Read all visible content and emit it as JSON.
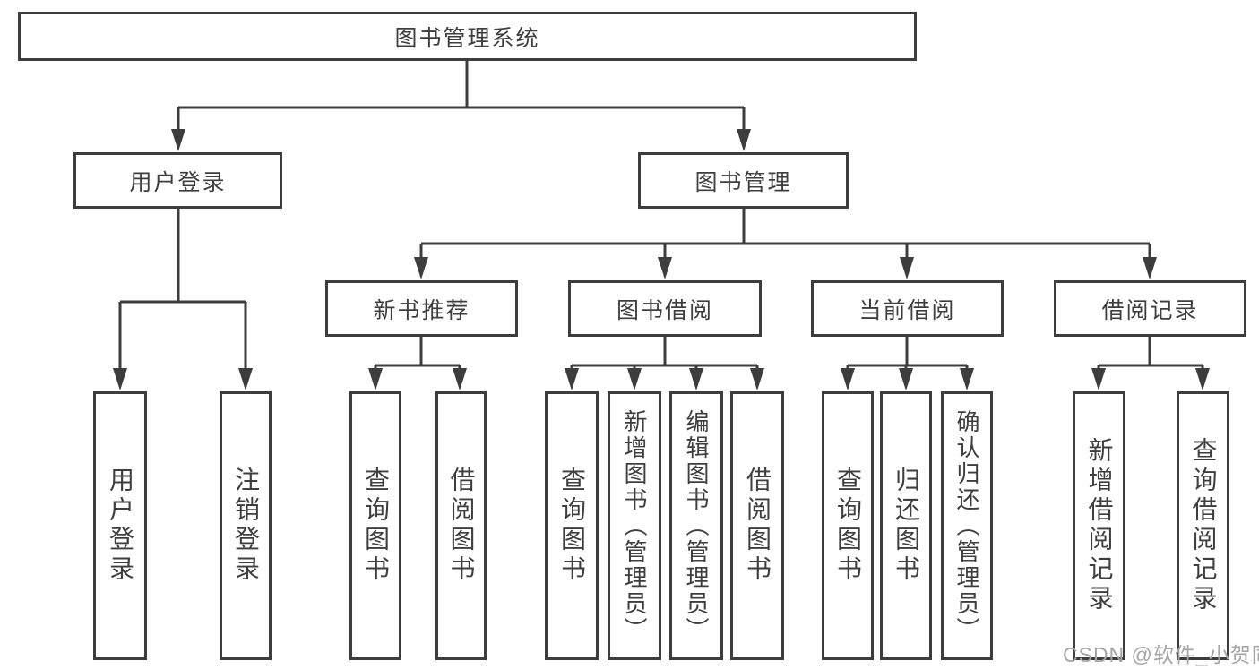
{
  "diagram": {
    "root": {
      "label": "图书管理系统"
    },
    "branches": [
      {
        "label": "用户登录"
      },
      {
        "label": "图书管理"
      }
    ],
    "modules": [
      {
        "label": "新书推荐"
      },
      {
        "label": "图书借阅"
      },
      {
        "label": "当前借阅"
      },
      {
        "label": "借阅记录"
      }
    ],
    "leaves": {
      "login": [
        "用户登录",
        "注销登录"
      ],
      "new_book": [
        "查询图书",
        "借阅图书"
      ],
      "borrow": [
        "查询图书",
        "新增图书（管理员）",
        "编辑图书（管理员）",
        "借阅图书"
      ],
      "current": [
        "查询图书",
        "归还图书",
        "确认归还（管理员）"
      ],
      "records": [
        "新增借阅记录",
        "查询借阅记录"
      ]
    }
  },
  "watermark": "CSDN @软件_小贺同学",
  "colors": {
    "line": "#3d3d3d",
    "text": "#3e3e3e",
    "watermark": "#a5a5a5",
    "background": "#ffffff"
  }
}
